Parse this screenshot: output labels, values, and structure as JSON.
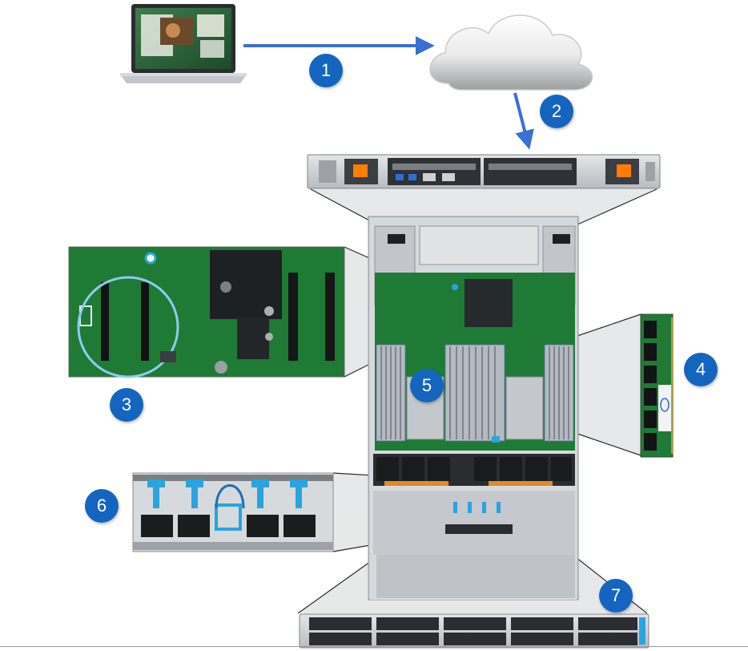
{
  "colors": {
    "accent": "#1f6fd1",
    "callout_fill": "#1565c0",
    "arrow": "#3c6fd4",
    "board_green": "#1f7a35",
    "chassis": "#c9cdd1",
    "zoom_fill": "#e6e7e8",
    "dimm_blue": "#5a6ea3",
    "handle_blue": "#2aa4de",
    "fan_orange": "#e08a2c"
  },
  "callouts": [
    {
      "id": "1",
      "label": "1"
    },
    {
      "id": "2",
      "label": "2"
    },
    {
      "id": "3",
      "label": "3"
    },
    {
      "id": "4",
      "label": "4"
    },
    {
      "id": "5",
      "label": "5"
    },
    {
      "id": "6",
      "label": "6"
    },
    {
      "id": "7",
      "label": "7"
    }
  ],
  "icons": {
    "laptop": "laptop-icon",
    "cloud": "cloud-icon",
    "server_rear": "server-rear-panel-icon",
    "server_top": "server-chassis-top-icon",
    "motherboard_zoom": "motherboard-closeup-icon",
    "dimm": "memory-module-icon",
    "fan_assembly": "fan-assembly-icon",
    "server_front": "server-front-panel-icon"
  }
}
